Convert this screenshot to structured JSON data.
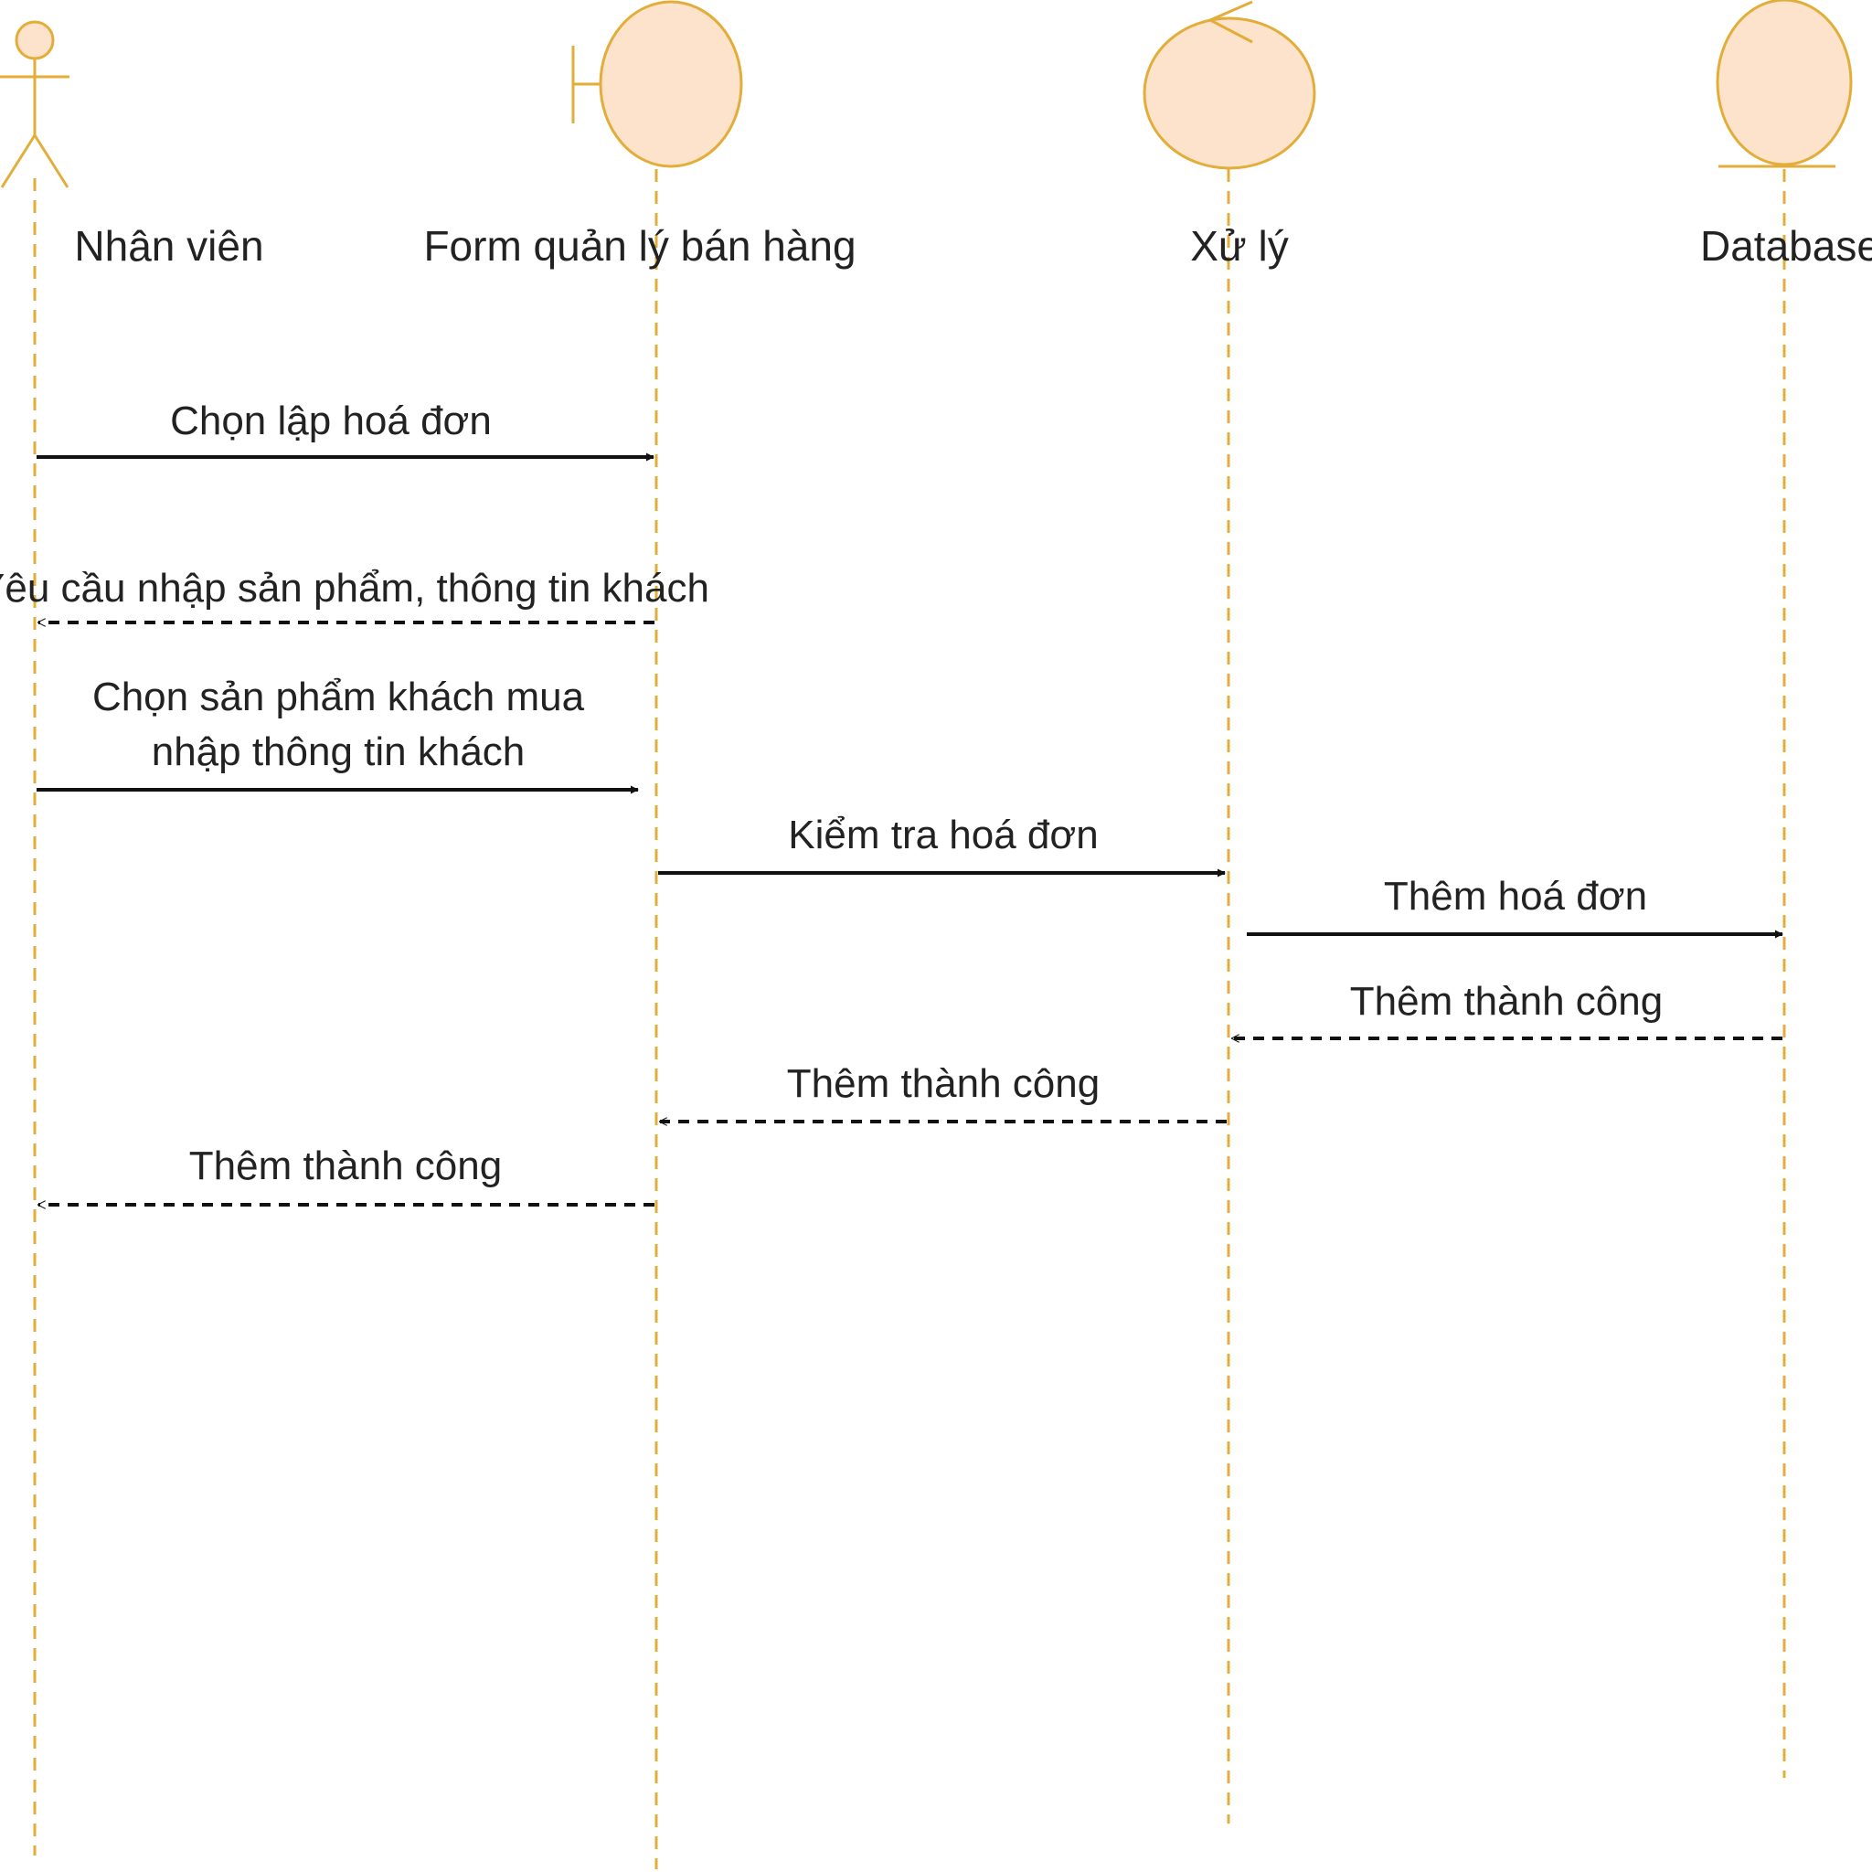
{
  "colors": {
    "fill": "#fde3cc",
    "stroke": "#e3ad3a",
    "text": "#222222",
    "arrow": "#111111"
  },
  "participants": [
    {
      "name": "Nhân viên",
      "kind": "actor"
    },
    {
      "name": "Form quản lý bán hàng",
      "kind": "boundary"
    },
    {
      "name": "Xử lý",
      "kind": "control"
    },
    {
      "name": "Database",
      "kind": "entity"
    }
  ],
  "messages": [
    {
      "from": 0,
      "to": 1,
      "type": "sync",
      "lines": [
        "Chọn lập hoá đơn"
      ]
    },
    {
      "from": 1,
      "to": 0,
      "type": "return",
      "lines": [
        "Yêu cầu nhập sản phẩm, thông tin khách"
      ]
    },
    {
      "from": 0,
      "to": 1,
      "type": "sync",
      "lines": [
        "Chọn sản phẩm khách mua",
        "nhập thông tin khách"
      ]
    },
    {
      "from": 1,
      "to": 2,
      "type": "sync",
      "lines": [
        "Kiểm tra hoá đơn"
      ]
    },
    {
      "from": 2,
      "to": 3,
      "type": "sync",
      "lines": [
        "Thêm hoá đơn"
      ]
    },
    {
      "from": 3,
      "to": 2,
      "type": "return",
      "lines": [
        "Thêm thành công"
      ]
    },
    {
      "from": 2,
      "to": 1,
      "type": "return",
      "lines": [
        "Thêm thành công"
      ]
    },
    {
      "from": 1,
      "to": 0,
      "type": "return",
      "lines": [
        "Thêm thành công"
      ]
    }
  ]
}
